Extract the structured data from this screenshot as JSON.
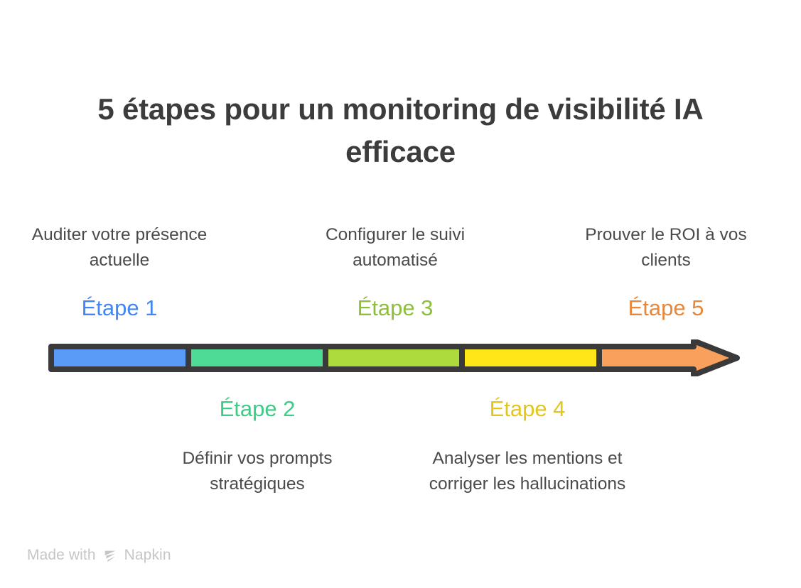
{
  "title": "5 étapes pour un monitoring de visibilité IA efficace",
  "colors": {
    "background": "#ffffff",
    "title_text": "#3c3c3c",
    "body_text": "#4a4a4a",
    "arrow_outline": "#3a3a3a",
    "watermark_text": "#c6c6c6"
  },
  "stages": [
    {
      "label": "Étape 1",
      "description": "Auditer votre présence actuelle",
      "label_color": "#4285f4",
      "segment_color": "#5b9bf8",
      "position": "top"
    },
    {
      "label": "Étape 2",
      "description": "Définir vos prompts stratégiques",
      "label_color": "#3dcb86",
      "segment_color": "#4edb96",
      "position": "bottom"
    },
    {
      "label": "Étape 3",
      "description": "Configurer le suivi automatisé",
      "label_color": "#8dbe3c",
      "segment_color": "#addb3e",
      "position": "top"
    },
    {
      "label": "Étape 4",
      "description": "Analyser les mentions et corriger les hallucinations",
      "label_color": "#e3c51e",
      "segment_color": "#ffe619",
      "position": "bottom"
    },
    {
      "label": "Étape 5",
      "description": "Prouver le ROI à vos clients",
      "label_color": "#e8873a",
      "segment_color": "#f9a05c",
      "position": "top"
    }
  ],
  "arrow": {
    "direction": "right",
    "segment_count": 5
  },
  "watermark": {
    "prefix": "Made with",
    "brand": "Napkin",
    "logo_icon": "napkin-logo-icon"
  }
}
